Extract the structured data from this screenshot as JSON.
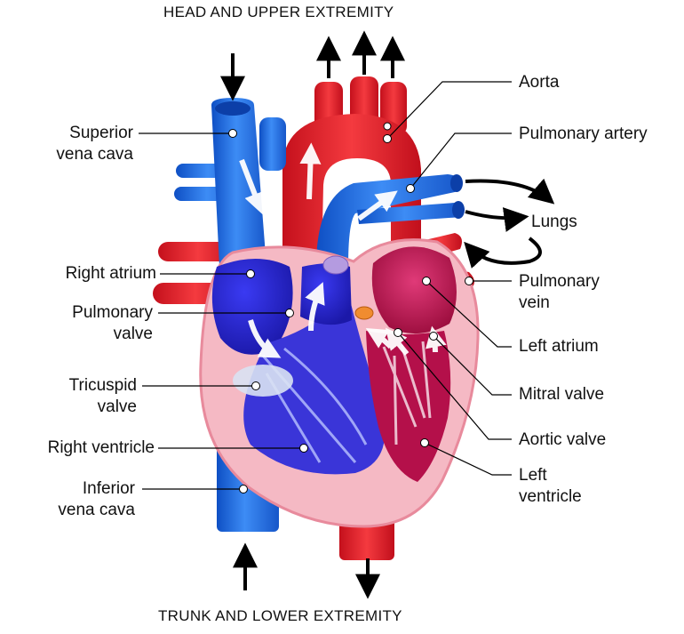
{
  "captions": {
    "top": "HEAD AND UPPER EXTREMITY",
    "bottom": "TRUNK AND LOWER EXTREMITY"
  },
  "labels_left": {
    "svc": [
      "Superior",
      "vena cava"
    ],
    "right_atrium": "Right atrium",
    "pulmonary_valve": [
      "Pulmonary",
      "valve"
    ],
    "tricuspid_valve": [
      "Tricuspid",
      "valve"
    ],
    "right_ventricle": "Right ventricle",
    "ivc": [
      "Inferior",
      "vena cava"
    ]
  },
  "labels_right": {
    "aorta": "Aorta",
    "pulmonary_artery": "Pulmonary artery",
    "lungs": "Lungs",
    "pulmonary_vein": [
      "Pulmonary",
      "vein"
    ],
    "left_atrium": "Left atrium",
    "mitral_valve": "Mitral valve",
    "aortic_valve": "Aortic valve",
    "left_ventricle": [
      "Left",
      "ventricle"
    ]
  },
  "colors": {
    "deoxygenated_blue": "#1f6fe0",
    "oxygenated_red": "#e8212c",
    "myocardium_pink": "#f5b9c4",
    "chamber_dark_blue": "#2c2bd8",
    "chamber_dark_red": "#b4104a"
  }
}
